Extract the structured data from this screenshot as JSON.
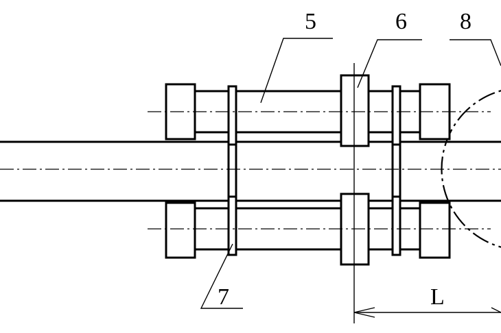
{
  "labels": {
    "part_5": "5",
    "part_6": "6",
    "part_7": "7",
    "part_8": "8",
    "dimension_L": "L"
  }
}
